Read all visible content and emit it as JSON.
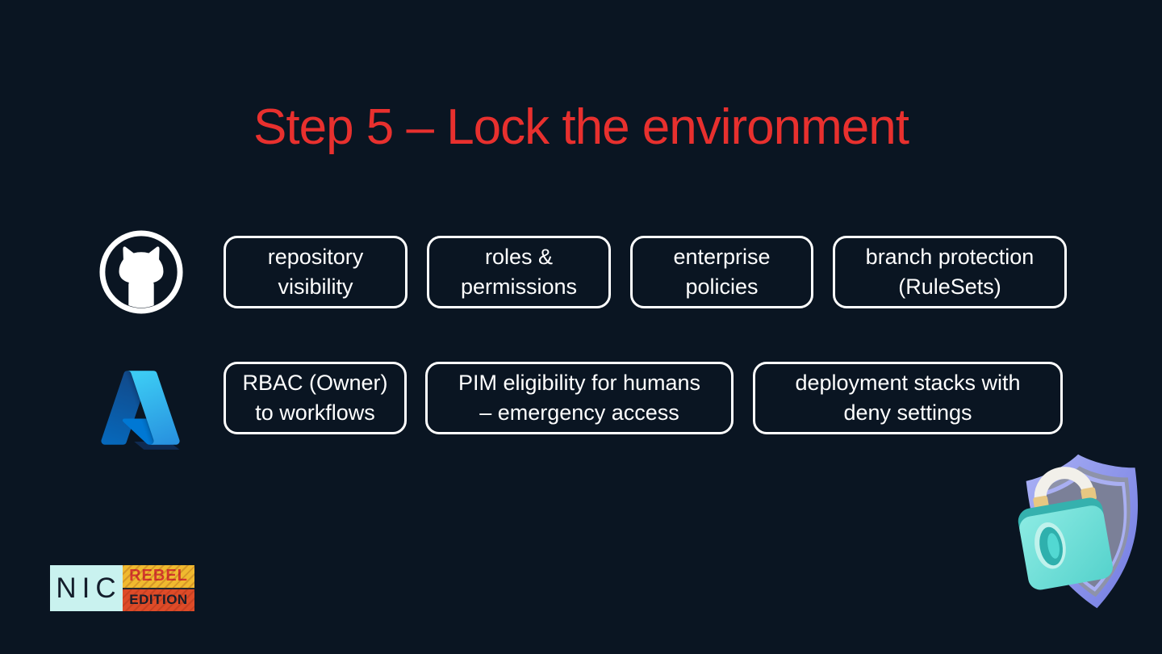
{
  "title": "Step 5 – Lock the environment",
  "rows": [
    {
      "icon": "github-logo",
      "boxes": [
        {
          "text": "repository\nvisibility"
        },
        {
          "text": "roles &\npermissions"
        },
        {
          "text": "enterprise\npolicies"
        },
        {
          "text": "branch protection\n(RuleSets)"
        }
      ]
    },
    {
      "icon": "azure-logo",
      "boxes": [
        {
          "text": "RBAC (Owner)\nto workflows"
        },
        {
          "text": "PIM eligibility for humans\n– emergency access"
        },
        {
          "text": "deployment stacks with\ndeny settings"
        }
      ]
    }
  ],
  "logo": {
    "name": "NIC",
    "badge_top": "REBEL",
    "badge_bottom": "EDITION"
  },
  "colors": {
    "background": "#0a1522",
    "title_red": "#e8302e",
    "box_border": "#ffffff",
    "box_text": "#ffffff",
    "github_icon": "#ffffff",
    "azure_blue": "#2892df",
    "lock_teal": "#5fd8d2",
    "shield_periwinkle": "#8f98ec",
    "logo_cyan": "#c9f2ef",
    "logo_yellow": "#f0b92f",
    "logo_orange_red": "#de4b28",
    "logo_rebel_red": "#d4382d",
    "logo_dark_navy": "#141e2c"
  }
}
